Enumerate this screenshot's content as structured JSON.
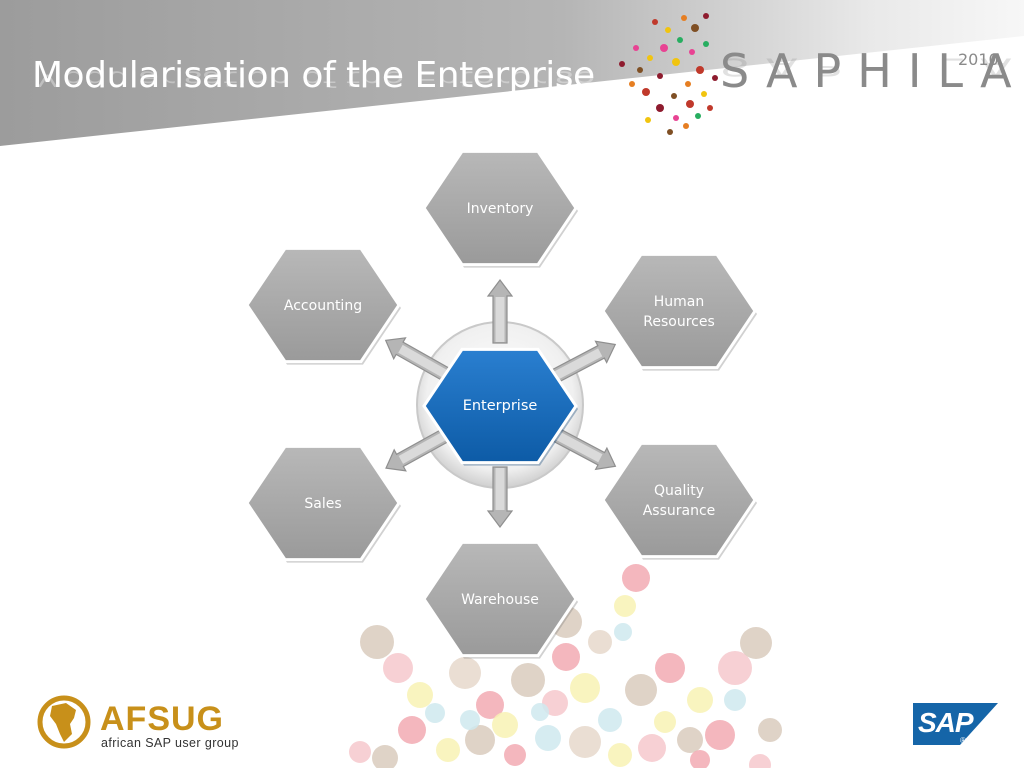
{
  "slide": {
    "title": "Modularisation of the Enterprise"
  },
  "branding": {
    "event_name": "SAPHILA",
    "event_year": "2010",
    "org_name": "AFSUG",
    "org_tagline": "african SAP user group",
    "sap_logo_text": "SAP",
    "sap_registered_mark": "®"
  },
  "diagram": {
    "center": {
      "label": "Enterprise"
    },
    "modules": [
      {
        "id": "inventory",
        "label": "Inventory"
      },
      {
        "id": "human-resources",
        "label": "Human\nResources"
      },
      {
        "id": "quality-assurance",
        "label": "Quality\nAssurance"
      },
      {
        "id": "warehouse",
        "label": "Warehouse"
      },
      {
        "id": "sales",
        "label": "Sales"
      },
      {
        "id": "accounting",
        "label": "Accounting"
      }
    ]
  },
  "colors": {
    "title_band": "#a9a9a9",
    "hex_module": "#a6a6a6",
    "hex_center": "#1469b8",
    "arrow": "#b5b5b5",
    "brand_gray": "#8a8a8a",
    "afsug_gold": "#c8901a",
    "sap_blue": "#1565a8"
  }
}
